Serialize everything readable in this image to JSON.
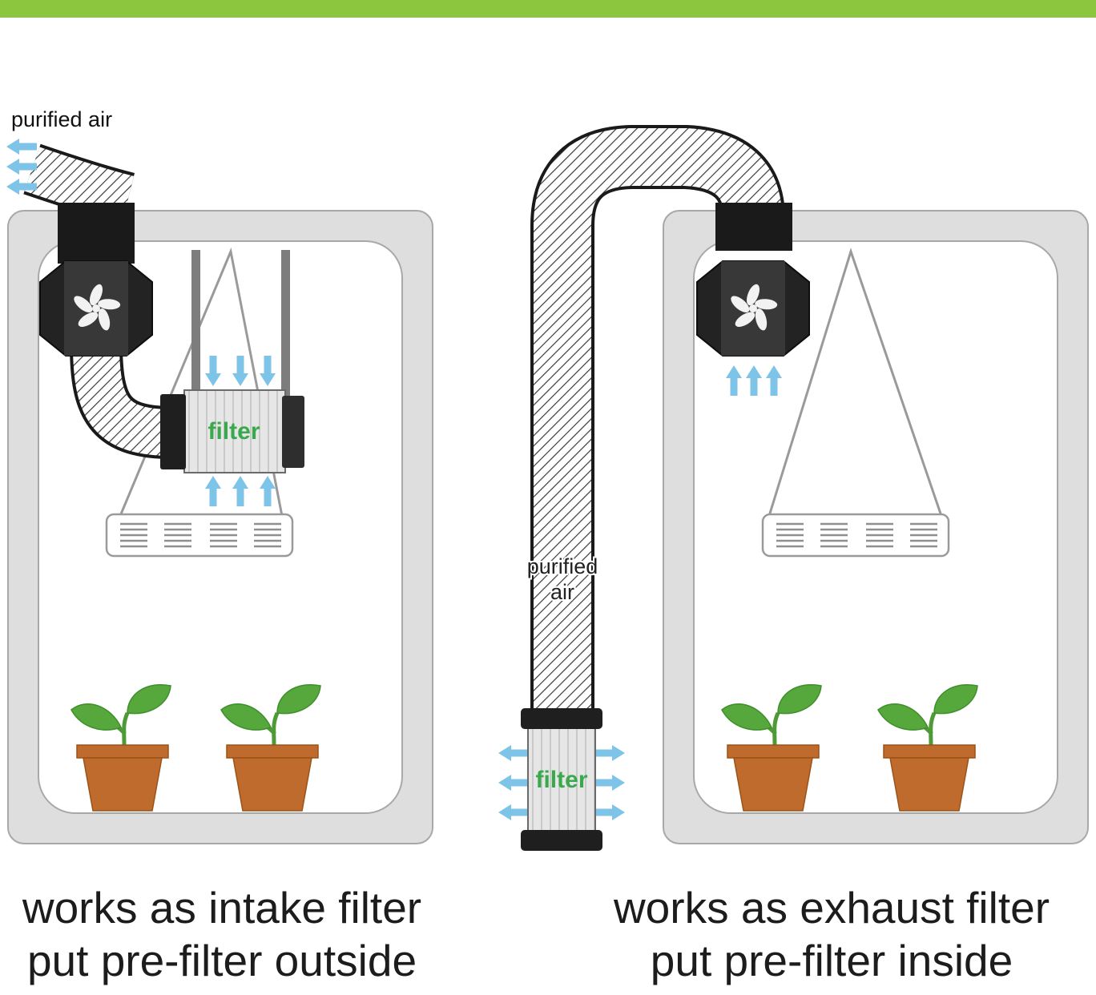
{
  "header": {
    "bar_color": "#8cc63e"
  },
  "colors": {
    "arrow_blue": "#7ec4e8",
    "filter_label_green": "#3aa94d",
    "pot_brown": "#c06b2e",
    "leaf_green": "#56a73c",
    "caption_color": "#1c1c1c"
  },
  "left_diagram": {
    "purified_air_label": "purified air",
    "filter_label": "filter",
    "caption_line1": "works as intake filter",
    "caption_line2": "put pre-filter outside"
  },
  "right_diagram": {
    "purified_air_line1": "purified",
    "purified_air_line2": "air",
    "filter_label": "filter",
    "caption_line1": "works as exhaust filter",
    "caption_line2": "put pre-filter inside"
  }
}
